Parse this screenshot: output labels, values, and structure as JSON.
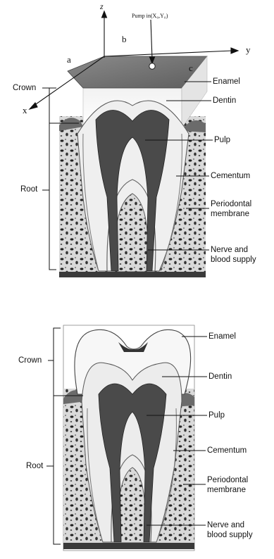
{
  "top_panel": {
    "axes": {
      "z": "z",
      "y": "y",
      "x": "x"
    },
    "block_edges": {
      "a": "a",
      "b": "b",
      "c": "c"
    },
    "pump_label": "Pump in(X₀,Y₀)",
    "labels": {
      "crown": "Crown",
      "root": "Root",
      "enamel": "Enamel",
      "dentin": "Dentin",
      "pulp": "Pulp",
      "cementum": "Cementum",
      "periodontal_1": "Periodontal",
      "periodontal_2": "membrane",
      "nerve_1": "Nerve and",
      "nerve_2": "blood supply"
    }
  },
  "bottom_panel": {
    "labels": {
      "crown": "Crown",
      "root": "Root",
      "enamel": "Enamel",
      "dentin": "Dentin",
      "pulp": "Pulp",
      "cementum": "Cementum",
      "periodontal_1": "Periodontal",
      "periodontal_2": "membrane",
      "nerve_1": "Nerve and",
      "nerve_2": "blood supply"
    }
  }
}
